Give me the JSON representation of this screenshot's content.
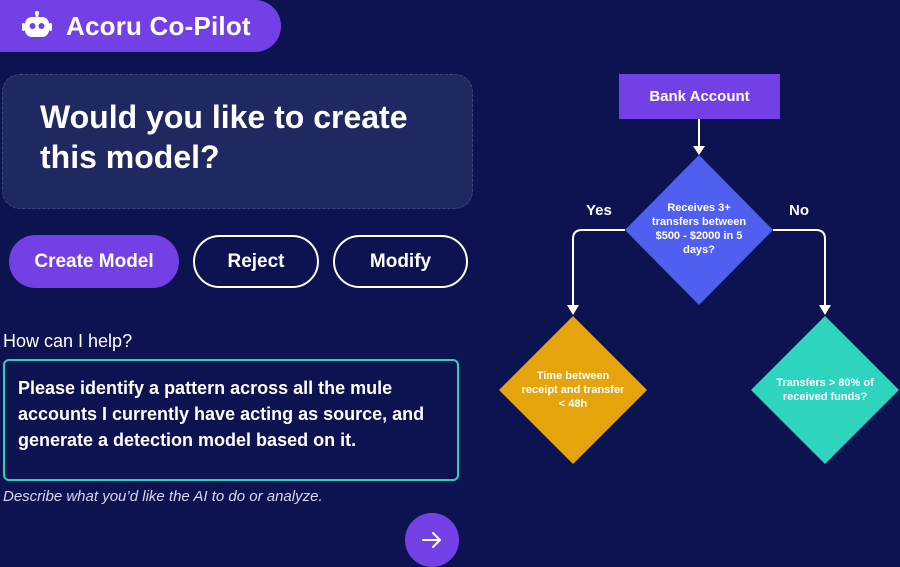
{
  "header": {
    "title": "Acoru Co-Pilot",
    "icon": "robot-icon"
  },
  "question": {
    "text": "Would you like to create this model?"
  },
  "actions": {
    "create_label": "Create Model",
    "reject_label": "Reject",
    "modify_label": "Modify"
  },
  "help": {
    "label": "How can I help?",
    "prompt_value": "Please identify a pattern across all the mule accounts I currently have acting as source, and generate a detection model based on it.",
    "hint": "Describe what you’d like the AI to do or analyze.",
    "send_icon": "arrow-right-icon"
  },
  "flowchart": {
    "root": "Bank Account",
    "decision": "Receives 3+ transfers between $500 - $2000 in 5 days?",
    "yes_label": "Yes",
    "no_label": "No",
    "yes_node": "Time between receipt and transfer < 48h",
    "no_node": "Transfers > 80% of received funds?"
  },
  "colors": {
    "background": "#0d1350",
    "accent_purple": "#7340e6",
    "decision_blue": "#4f5ff0",
    "yes_orange": "#e6a40c",
    "no_teal": "#2ed4bd",
    "input_border": "#2ecfc1"
  }
}
